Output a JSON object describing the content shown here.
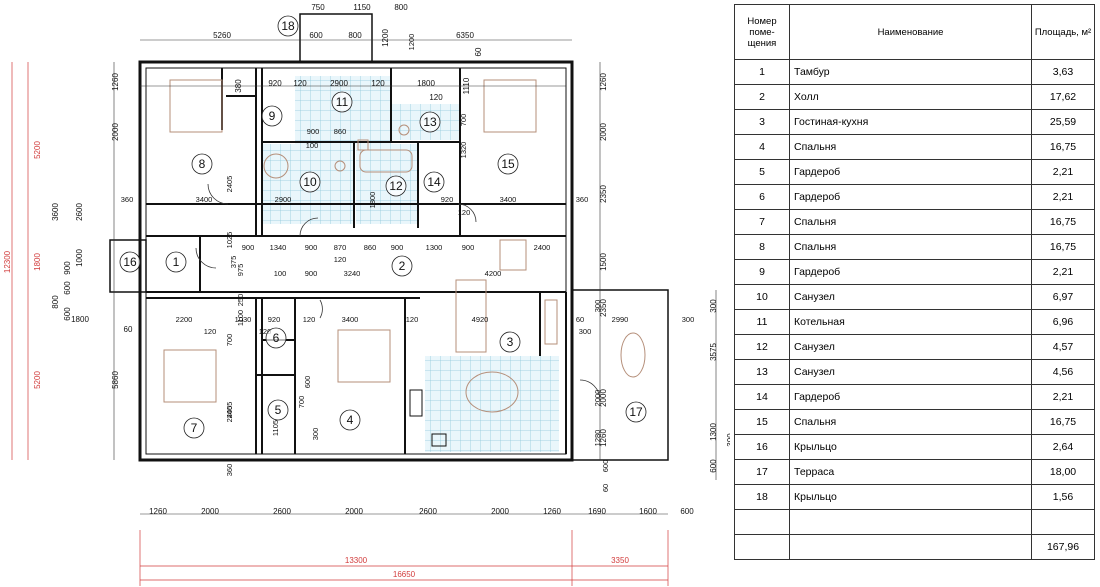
{
  "plan": {
    "top_dims": [
      "5260",
      "750",
      "1150",
      "800",
      "600",
      "800",
      "1200",
      "6350",
      "60"
    ],
    "top_inner_row": [
      "920",
      "120",
      "2900",
      "120",
      "1800",
      "120",
      "1110",
      "380"
    ],
    "bottom_dims": [
      "1260",
      "2000",
      "2600",
      "2000",
      "2600",
      "2000",
      "1260",
      "1690",
      "1600",
      "600"
    ],
    "bottom_totals": [
      "13300",
      "3350",
      "16650"
    ],
    "left_outer": [
      "5200",
      "12300",
      "1800",
      "5200"
    ],
    "left_inner": [
      "1260",
      "2000",
      "2600",
      "3600",
      "1000",
      "900",
      "600",
      "800",
      "600",
      "1800",
      "5860",
      "60"
    ],
    "right_dims": [
      "1260",
      "2000",
      "2350",
      "1500",
      "2350",
      "300",
      "3575",
      "2000",
      "1300",
      "300",
      "600",
      "1260"
    ],
    "interior_dims": [
      "360",
      "3400",
      "2900",
      "920",
      "120",
      "3400",
      "360",
      "900",
      "1340",
      "900",
      "870",
      "860",
      "900",
      "1300",
      "900",
      "2400",
      "120",
      "3240",
      "4200",
      "100",
      "900",
      "120",
      "2200",
      "120",
      "1030",
      "920",
      "120",
      "3400",
      "120",
      "4920",
      "60",
      "2990",
      "300",
      "900",
      "860",
      "100",
      "1800",
      "700",
      "1320",
      "2405",
      "2405",
      "1105",
      "700",
      "600",
      "700",
      "2405",
      "250",
      "1100",
      "975",
      "375",
      "1025",
      "300",
      "1200",
      "300",
      "60",
      "2000",
      "600",
      "360",
      "1280",
      "300"
    ],
    "room_numbers": [
      "1",
      "2",
      "3",
      "4",
      "5",
      "6",
      "7",
      "8",
      "9",
      "10",
      "11",
      "12",
      "13",
      "14",
      "15",
      "16",
      "17",
      "18"
    ]
  },
  "table": {
    "headers": {
      "num": "Номер поме- щения",
      "name": "Наименование",
      "area": "Площадь, м²"
    },
    "rows": [
      {
        "num": "1",
        "name": "Тамбур",
        "area": "3,63"
      },
      {
        "num": "2",
        "name": "Холл",
        "area": "17,62"
      },
      {
        "num": "3",
        "name": "Гостиная-кухня",
        "area": "25,59"
      },
      {
        "num": "4",
        "name": "Спальня",
        "area": "16,75"
      },
      {
        "num": "5",
        "name": "Гардероб",
        "area": "2,21"
      },
      {
        "num": "6",
        "name": "Гардероб",
        "area": "2,21"
      },
      {
        "num": "7",
        "name": "Спальня",
        "area": "16,75"
      },
      {
        "num": "8",
        "name": "Спальня",
        "area": "16,75"
      },
      {
        "num": "9",
        "name": "Гардероб",
        "area": "2,21"
      },
      {
        "num": "10",
        "name": "Санузел",
        "area": "6,97"
      },
      {
        "num": "11",
        "name": "Котельная",
        "area": "6,96"
      },
      {
        "num": "12",
        "name": "Санузел",
        "area": "4,57"
      },
      {
        "num": "13",
        "name": "Санузел",
        "area": "4,56"
      },
      {
        "num": "14",
        "name": "Гардероб",
        "area": "2,21"
      },
      {
        "num": "15",
        "name": "Спальня",
        "area": "16,75"
      },
      {
        "num": "16",
        "name": "Крыльцо",
        "area": "2,64"
      },
      {
        "num": "17",
        "name": "Терраса",
        "area": "18,00"
      },
      {
        "num": "18",
        "name": "Крыльцо",
        "area": "1,56"
      }
    ],
    "total": "167,96"
  },
  "colors": {
    "wall": "#111111",
    "dim_red": "#d23c3c",
    "tile": "#8fc8dc",
    "furniture": "#b58f7a"
  }
}
